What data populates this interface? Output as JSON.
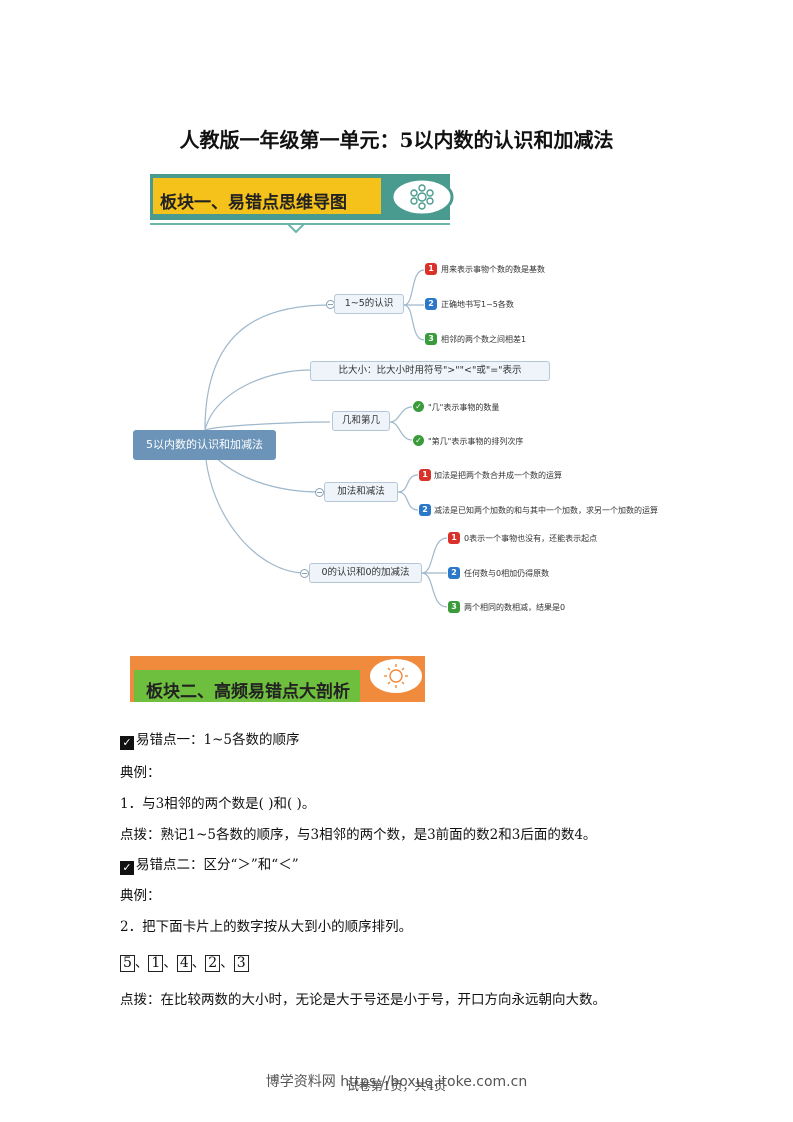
{
  "title": "人教版一年级第一单元：5以内数的认识和加减法",
  "banner1": {
    "label": "板块一、易错点思维导图"
  },
  "banner2": {
    "label": "板块二、高频易错点大剖析"
  },
  "mindmap": {
    "root": "5以内数的认识和加减法",
    "branches": [
      {
        "label": "1~5的认识",
        "items": [
          "用来表示事物个数的数是基数",
          "正确地书写1~5各数",
          "相邻的两个数之间相差1"
        ]
      },
      {
        "label": "比大小：比大小时用符号\">\"\"<\"或\"=\"表示",
        "items": []
      },
      {
        "label": "几和第几",
        "items": [
          "\"几\"表示事物的数量",
          "\"第几\"表示事物的排列次序"
        ]
      },
      {
        "label": "加法和减法",
        "items": [
          "加法是把两个数合并成一个数的运算",
          "减法是已知两个加数的和与其中一个加数，求另一个加数的运算"
        ]
      },
      {
        "label": "0的认识和0的加减法",
        "items": [
          "0表示一个事物也没有，还能表示起点",
          "任何数与0相加仍得原数",
          "两个相同的数相减，结果是0"
        ]
      }
    ],
    "badge_numbers": [
      "1",
      "2",
      "3"
    ]
  },
  "content": {
    "point1_title": "易错点一：1~5各数的顺序",
    "example_label_1": "典例：",
    "q1": "1．与3相邻的两个数是(              )和(              )。",
    "hint1": "点拨：熟记1~5各数的顺序，与3相邻的两个数，是3前面的数2和3后面的数4。",
    "point2_title": "易错点二：区分“＞”和“＜”",
    "example_label_2": "典例：",
    "q2": "2．把下面卡片上的数字按从大到小的顺序排列。",
    "cards": [
      "5",
      "1",
      "4",
      "2",
      "3"
    ],
    "separator": "、",
    "hint2": "点拨：在比较两数的大小时，无论是大于号还是小于号，开口方向永远朝向大数。"
  },
  "footer": {
    "watermark": "博学资料网 https://boxue.itoke.com.cn",
    "page": "试卷第1页，共4页"
  },
  "colors": {
    "banner1_bg": "#f5c21b",
    "banner_ring": "#4a9b8f",
    "banner2_bg": "#6fbf3f",
    "banner2_accent": "#f08a3c",
    "root": "#6b94b8",
    "line": "#9fb8cc"
  }
}
